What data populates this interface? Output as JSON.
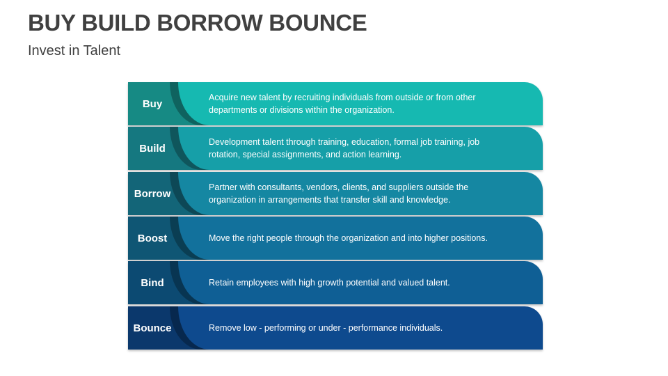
{
  "header": {
    "title": "BUY BUILD BORROW BOUNCE",
    "subtitle": "Invest in Talent"
  },
  "rows": [
    {
      "label": "Buy",
      "text": "Acquire new talent by recruiting individuals from outside or from other departments or divisions within the organization.",
      "color": "#16b9b1",
      "dark": "#168a84"
    },
    {
      "label": "Build",
      "text": "Development talent through training, education, formal job training, job rotation, special assignments, and action learning.",
      "color": "#169fa8",
      "dark": "#157880"
    },
    {
      "label": "Borrow",
      "text": "Partner with consultants, vendors, clients, and suppliers outside the organization in arrangements that transfer skill and knowledge.",
      "color": "#1587a2",
      "dark": "#136578"
    },
    {
      "label": "Boost",
      "text": "Move the right people through the organization and into higher positions.",
      "color": "#12719c",
      "dark": "#0f5674"
    },
    {
      "label": "Bind",
      "text": "Retain employees with high growth potential and valued talent.",
      "color": "#0f5f95",
      "dark": "#0c4a72"
    },
    {
      "label": "Bounce",
      "text": "Remove low - performing or under - performance individuals.",
      "color": "#0e4a8e",
      "dark": "#0b386c"
    }
  ]
}
